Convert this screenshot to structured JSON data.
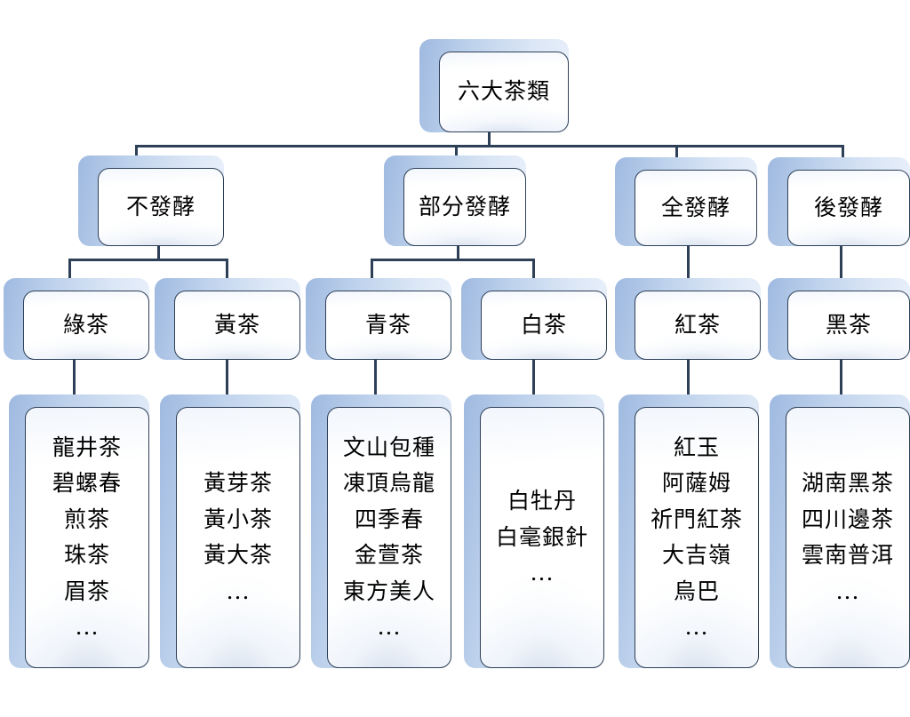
{
  "diagram": {
    "title": "六大茶類",
    "theme": {
      "line_color": "#2e4057",
      "shadow_blue": "#b9cfeb",
      "card_background": "#ffffff",
      "text_color": "#000000"
    },
    "root": {
      "label": "六大茶類"
    },
    "fermentation_levels": [
      {
        "label": "不發酵"
      },
      {
        "label": "部分發酵"
      },
      {
        "label": "全發酵"
      },
      {
        "label": "後發酵"
      }
    ],
    "tea_types": [
      {
        "label": "綠茶"
      },
      {
        "label": "黃茶"
      },
      {
        "label": "青茶"
      },
      {
        "label": "白茶"
      },
      {
        "label": "紅茶"
      },
      {
        "label": "黑茶"
      }
    ],
    "varieties": [
      {
        "parent": "綠茶",
        "items": "龍井茶\n碧螺春\n煎茶\n珠茶\n眉茶\n..."
      },
      {
        "parent": "黃茶",
        "items": "黃芽茶\n黃小茶\n黃大茶\n..."
      },
      {
        "parent": "青茶",
        "items": "文山包種\n凍頂烏龍\n四季春\n金萱茶\n東方美人\n..."
      },
      {
        "parent": "白茶",
        "items": "白牡丹\n白毫銀針\n..."
      },
      {
        "parent": "紅茶",
        "items": "紅玉\n阿薩姆\n祈門紅茶\n大吉嶺\n烏巴\n..."
      },
      {
        "parent": "黑茶",
        "items": "湖南黑茶\n四川邊茶\n雲南普洱\n..."
      }
    ]
  }
}
